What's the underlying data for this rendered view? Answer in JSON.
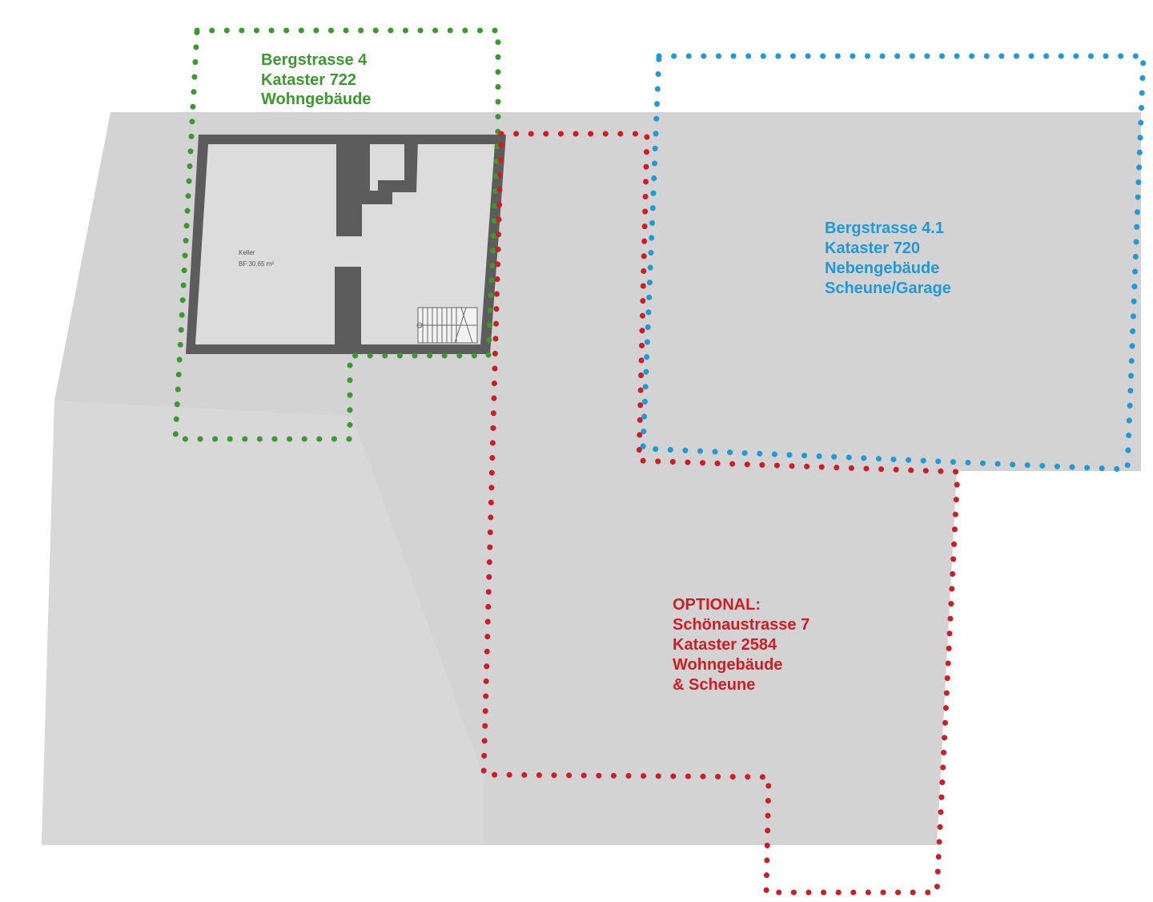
{
  "colors": {
    "background": "#ffffff",
    "ground": "#d3d3d3",
    "wall": "#5c5c5c",
    "room": "#dcdcdc",
    "green": "#3a9a2e",
    "blue": "#1f9ad6",
    "red": "#cc1e24"
  },
  "parcels": {
    "green": {
      "lines": [
        "Bergstrasse 4",
        "Kataster 722",
        "Wohngebäude"
      ]
    },
    "blue": {
      "lines": [
        "Bergstrasse 4.1",
        "Kataster 720",
        "Nebengebäude",
        "Scheune/Garage"
      ]
    },
    "red": {
      "lines": [
        "OPTIONAL:",
        "Schönaustrasse 7",
        "Kataster 2584",
        "Wohngebäude",
        "& Scheune"
      ]
    }
  },
  "floorplan": {
    "room_name": "Keller",
    "room_area": "BF:30.65 m²"
  }
}
